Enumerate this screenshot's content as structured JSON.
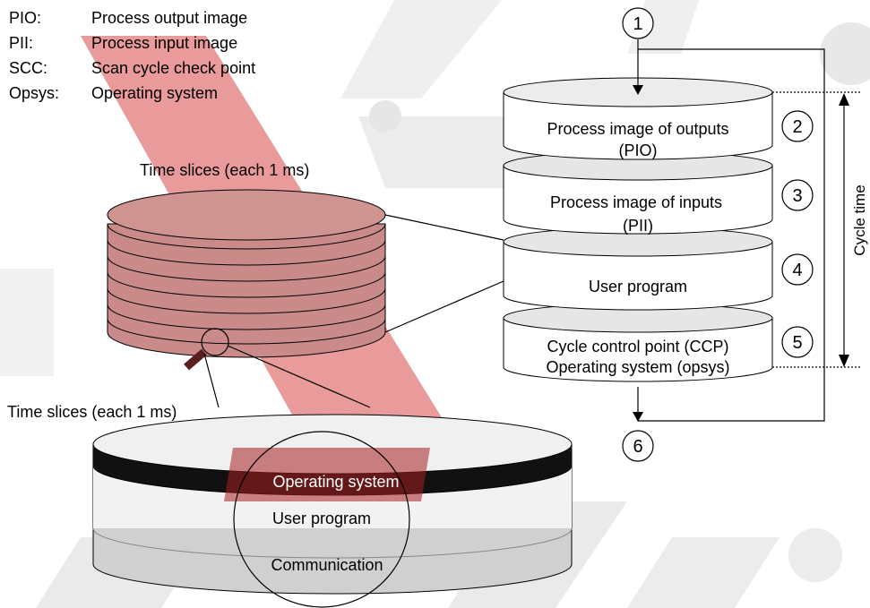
{
  "legend": [
    {
      "abbr": "PIO:",
      "text": "Process output image"
    },
    {
      "abbr": "PII:",
      "text": "Process input image"
    },
    {
      "abbr": "SCC:",
      "text": "Scan cycle check point"
    },
    {
      "abbr": "Opsys:",
      "text": "Operating system"
    }
  ],
  "time_slices_top": "Time slices (each 1 ms)",
  "time_slices_bottom": "Time slices (each 1 ms)",
  "cycle": {
    "pio_line1": "Process image of outputs",
    "pio_line2": "(PIO)",
    "pii_line1": "Process image of inputs",
    "pii_line2": "(PII)",
    "user_program": "User program",
    "ccp_line1": "Cycle control point (CCP)",
    "ccp_line2": "Operating system (opsys)"
  },
  "cycle_time_label": "Cycle time",
  "markers": [
    "1",
    "2",
    "3",
    "4",
    "5",
    "6"
  ],
  "slice_disk": {
    "operating_system": "Operating system",
    "user_program": "User program",
    "communication": "Communication"
  },
  "colors": {
    "watermark_red": "#d9534f",
    "watermark_gray": "#e6e6e6",
    "disk_light": "#f2f2f2",
    "disk_gray": "#cccccc",
    "disk_black": "#111111"
  }
}
